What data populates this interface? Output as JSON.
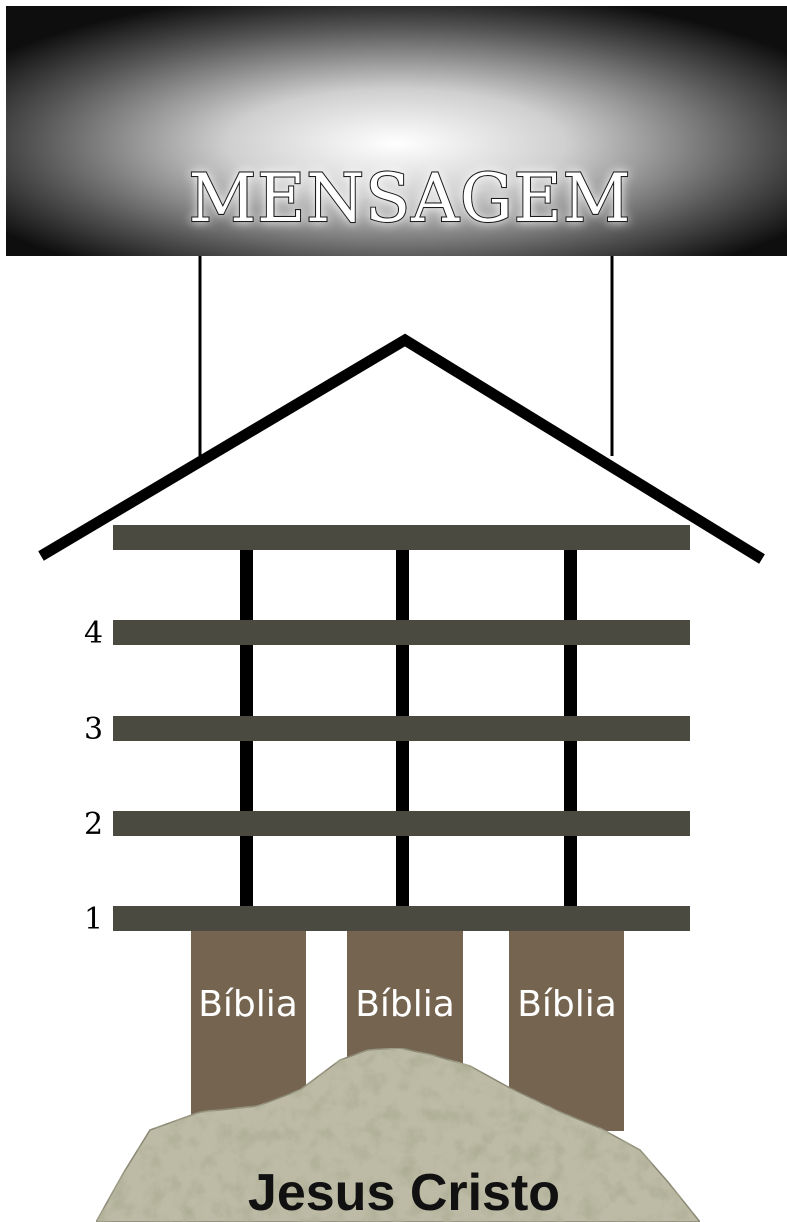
{
  "banner": {
    "title": "MENSAGEM"
  },
  "levels": [
    "1",
    "2",
    "3",
    "4"
  ],
  "pillars": [
    "Bíblia",
    "Bíblia",
    "Bíblia"
  ],
  "foundation": {
    "label": "Jesus Cristo"
  },
  "colors": {
    "beam": "#4a4a40",
    "pillar": "#75644f",
    "post": "#000000",
    "roof": "#000000",
    "rock": "#b9b7a2",
    "banner_center": "#ffffff",
    "banner_edge": "#111111"
  }
}
